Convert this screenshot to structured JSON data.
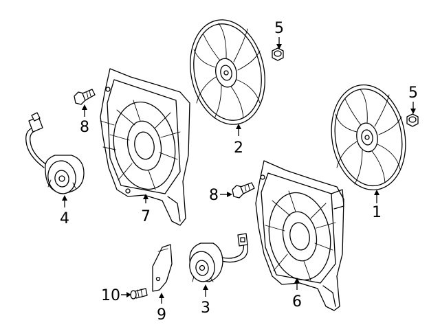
{
  "diagram": {
    "callouts": [
      {
        "id": "c1",
        "label": "1"
      },
      {
        "id": "c2",
        "label": "2"
      },
      {
        "id": "c3",
        "label": "3"
      },
      {
        "id": "c4",
        "label": "4"
      },
      {
        "id": "c5a",
        "label": "5"
      },
      {
        "id": "c5b",
        "label": "5"
      },
      {
        "id": "c6",
        "label": "6"
      },
      {
        "id": "c7",
        "label": "7"
      },
      {
        "id": "c8a",
        "label": "8"
      },
      {
        "id": "c8b",
        "label": "8"
      },
      {
        "id": "c9",
        "label": "9"
      },
      {
        "id": "c10",
        "label": "10"
      }
    ]
  }
}
